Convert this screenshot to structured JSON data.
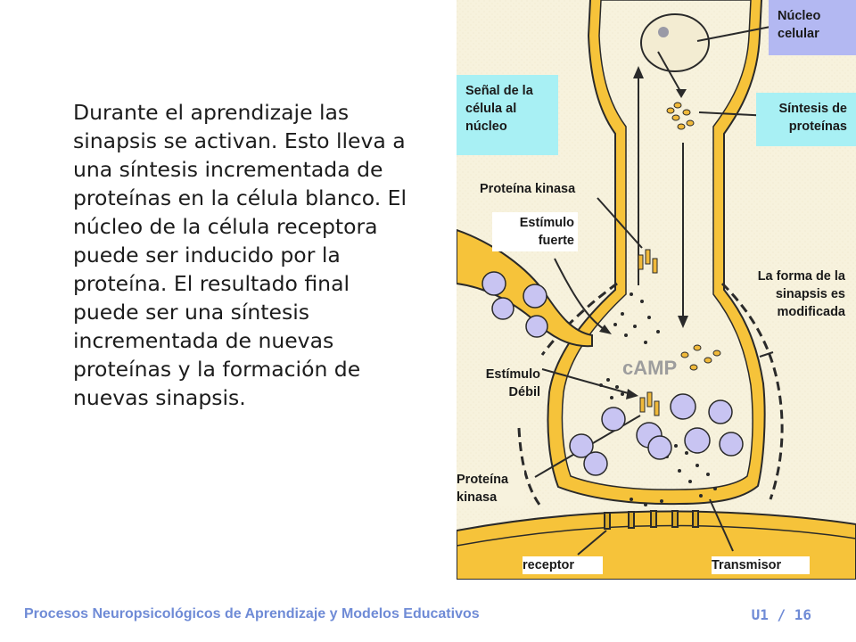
{
  "slide": {
    "body_text": "Durante el aprendizaje las sinapsis se activan. Esto lleva a una síntesis incrementada de proteínas en la célula blanco. El núcleo de la célula receptora puede ser inducido por la proteína. El resultado final puede ser una síntesis incrementada de nuevas proteínas y la formación de nuevas sinapsis."
  },
  "diagram": {
    "labels": {
      "nucleus": "Núcleo celular",
      "signal_to_nucleus": "Señal de la célula al núcleo",
      "protein_synthesis": "Síntesis de proteínas",
      "protein_kinase_top": "Proteína kinasa",
      "strong_stimulus": "Estímulo fuerte",
      "synapse_shape": "La forma de la sinapsis es modificada",
      "weak_stimulus": "Estímulo Débil",
      "camp": "cAMP",
      "protein_kinase_bottom": "Proteína kinasa",
      "receptor": "receptor",
      "transmitter": "Transmisor"
    },
    "colors": {
      "membrane": "#f6c33a",
      "membrane_outline": "#2a2a2a",
      "cytoplasm": "#f7f2dd",
      "label_box_periwinkle": "#b3b8f2",
      "label_box_cyan": "#a8f0f4"
    }
  },
  "footer": {
    "course_title": "Procesos Neuropsicológicos de Aprendizaje y Modelos Educativos",
    "page_number": "U1 / 16"
  }
}
